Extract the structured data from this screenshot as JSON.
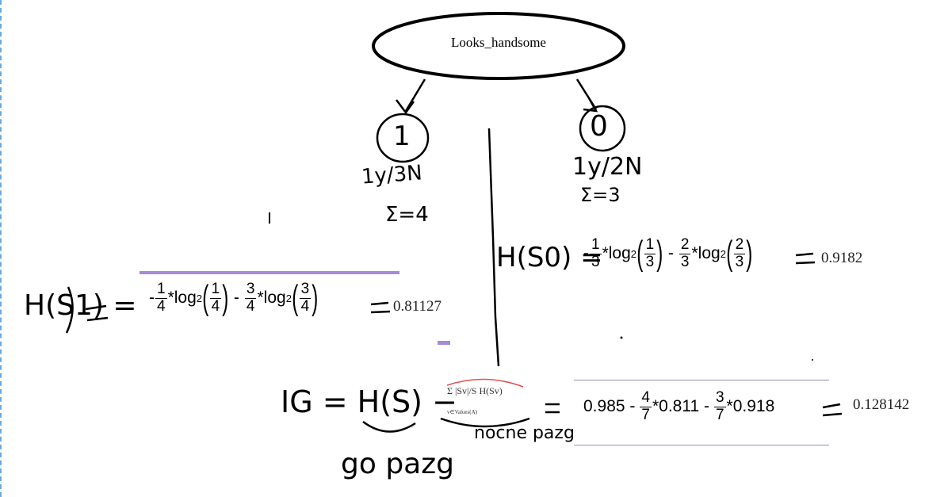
{
  "tree": {
    "root_label": "Looks_handsome",
    "left_child": {
      "value": "1",
      "counts": "1y/3N",
      "sum": "Σ=4"
    },
    "right_child": {
      "value": "0",
      "counts": "1y/2N",
      "sum": "Σ=3"
    }
  },
  "entropy_s1": {
    "lhs": "H(S1) =",
    "term1_sign": "-",
    "term1_num": "1",
    "term1_den": "4",
    "log_text": "*log",
    "log_base": "2",
    "term2_sign": "-",
    "term2_num": "3",
    "term2_den": "4",
    "result": "0.81127"
  },
  "entropy_s0": {
    "lhs": "H(S0) =",
    "term1_sign": "-",
    "term1_num": "1",
    "term1_den": "3",
    "log_text": "*log",
    "log_base": "2",
    "term2_sign": "-",
    "term2_num": "2",
    "term2_den": "3",
    "result": "0.9182"
  },
  "info_gain": {
    "lhs": "IG = H(S) −",
    "sum_formula": "Σ |Sv|/S H(Sv)",
    "sum_subscript": "v∈Values(A)",
    "before_label": "go pazg",
    "after_label": "nocne pazg",
    "expr_start": "0.985 -",
    "frac1_num": "4",
    "frac1_den": "7",
    "mid": "*0.811 -",
    "frac2_num": "3",
    "frac2_den": "7",
    "end": "*0.918",
    "equals": "=",
    "result": "0.128142"
  },
  "colors": {
    "accent": "#a78bd6",
    "ink": "#000000",
    "arc": "#e05050"
  }
}
